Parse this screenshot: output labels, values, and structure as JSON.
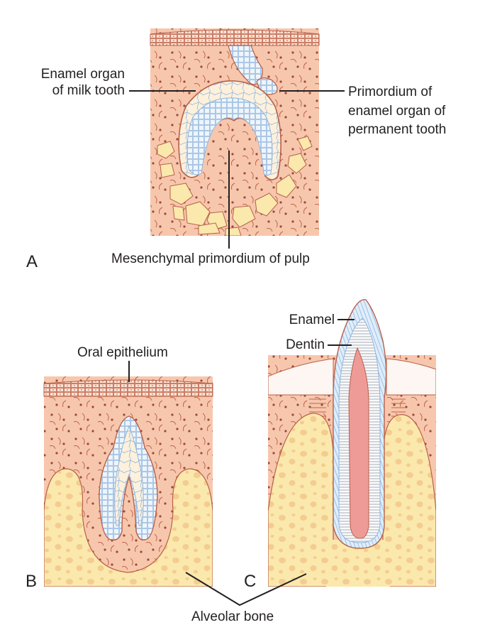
{
  "figure": {
    "panels": [
      {
        "id": "A",
        "letter": "A"
      },
      {
        "id": "B",
        "letter": "B"
      },
      {
        "id": "C",
        "letter": "C"
      }
    ],
    "labels": {
      "enamel_organ_milk_1": "Enamel organ",
      "enamel_organ_milk_2": "of milk tooth",
      "primordium_1": "Primordium of",
      "primordium_2": "enamel organ of",
      "primordium_3": "permanent tooth",
      "mesenchymal": "Mesenchymal primordium of pulp",
      "oral_epithelium": "Oral epithelium",
      "enamel": "Enamel",
      "dentin": "Dentin",
      "alveolar_bone": "Alveolar bone"
    },
    "colors": {
      "connective_tissue": "#f7c7ad",
      "tissue_outline": "#b8604a",
      "epithelium_fill": "#fbe2d4",
      "enamel_organ_fill": "#fdf1dc",
      "cell_lines_blue": "#8fb4dd",
      "bone_fill": "#fbe8ad",
      "bone_pores": "#f3cd8f",
      "pulp": "#ee9b98",
      "leader_line": "#231f20"
    }
  }
}
